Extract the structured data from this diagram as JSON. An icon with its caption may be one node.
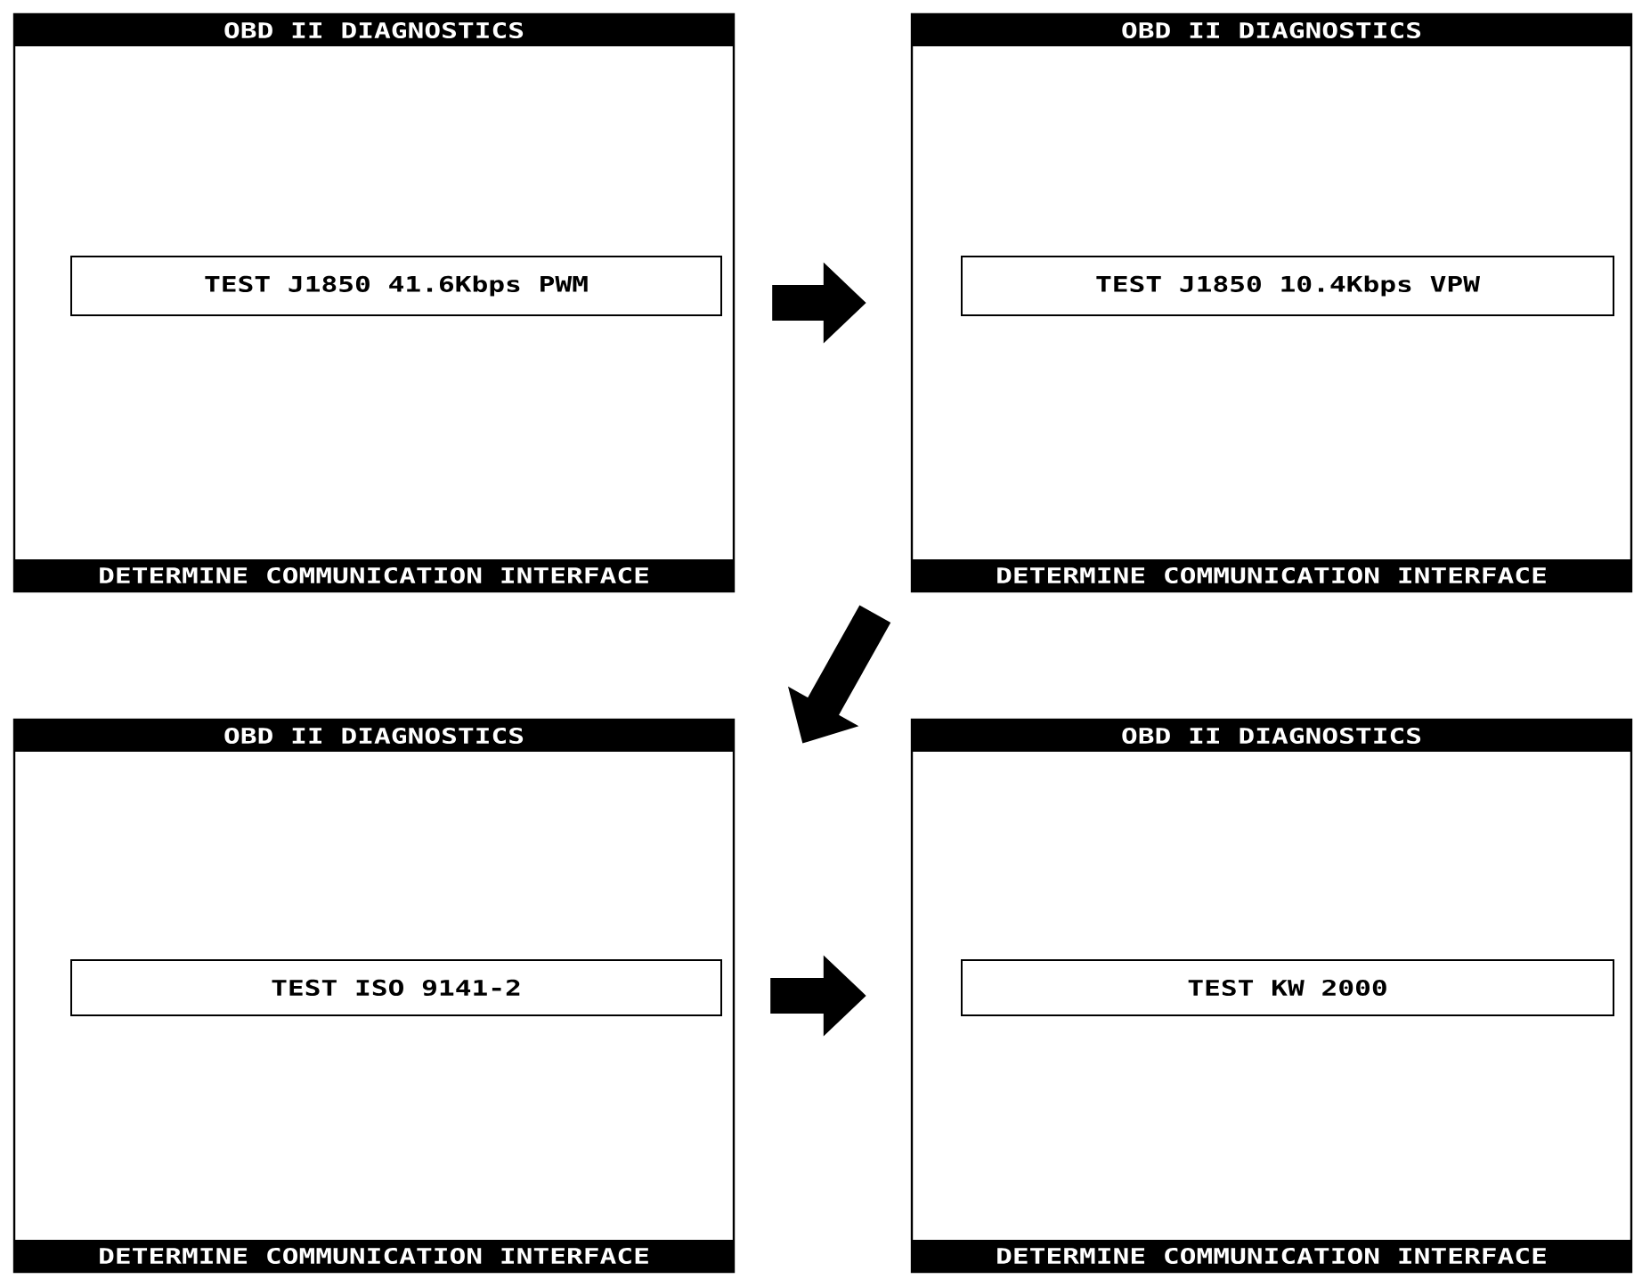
{
  "diagram": {
    "nodes": [
      {
        "text": [
          "OBD II DIAGNOSTICS",
          "DETERMINE COMMUNICATION INTERFACE"
        ]
      },
      {
        "text": [
          "TEST J1850 41.6Kbps PWM"
        ],
        "in": 0
      },
      {
        "text": [
          "OBD II DIAGNOSTICS",
          "DETERMINE COMMUNICATION INTERFACE"
        ]
      },
      {
        "text": [
          "TEST J1850 10.4Kbps VPW"
        ],
        "in": 2
      },
      {
        "text": [
          "OBD II DIAGNOSTICS",
          "DETERMINE COMMUNICATION INTERFACE"
        ]
      },
      {
        "text": [
          "TEST ISO 9141-2"
        ],
        "in": 4
      },
      {
        "text": [
          "OBD II DIAGNOSTICS",
          "DETERMINE COMMUNICATION INTERFACE"
        ]
      },
      {
        "text": [
          "TEST KW 2000"
        ],
        "in": 6
      }
    ],
    "edges": [
      {
        "from": 0,
        "to": 2,
        "arrow": "to"
      },
      {
        "from": 2,
        "to": 4,
        "arrow": "to"
      },
      {
        "from": 4,
        "to": 6,
        "arrow": "to"
      }
    ]
  }
}
